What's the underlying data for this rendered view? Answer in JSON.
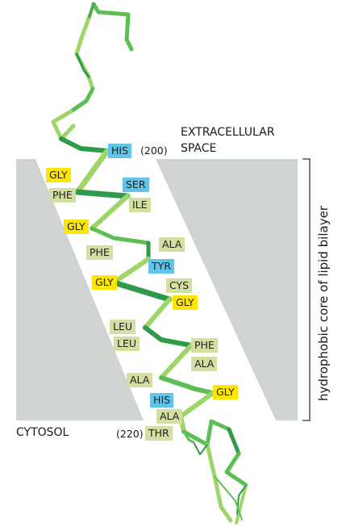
{
  "labels": {
    "extracellular_line1": "EXTRACELLULAR",
    "extracellular_line2": "SPACE",
    "cytosol": "CYTOSOL",
    "core": "hydrophobic core of lipid bilayer",
    "start_number": "(200)",
    "end_number": "(220)"
  },
  "residues": [
    {
      "name": "HIS",
      "kind": "polar"
    },
    {
      "name": "GLY",
      "kind": "glycine"
    },
    {
      "name": "SER",
      "kind": "polar"
    },
    {
      "name": "PHE",
      "kind": "hydrophobic"
    },
    {
      "name": "ILE",
      "kind": "hydrophobic"
    },
    {
      "name": "GLY",
      "kind": "glycine"
    },
    {
      "name": "ALA",
      "kind": "hydrophobic"
    },
    {
      "name": "PHE",
      "kind": "hydrophobic"
    },
    {
      "name": "TYR",
      "kind": "polar"
    },
    {
      "name": "GLY",
      "kind": "glycine"
    },
    {
      "name": "CYS",
      "kind": "hydrophobic"
    },
    {
      "name": "GLY",
      "kind": "glycine"
    },
    {
      "name": "LEU",
      "kind": "hydrophobic"
    },
    {
      "name": "LEU",
      "kind": "hydrophobic"
    },
    {
      "name": "PHE",
      "kind": "hydrophobic"
    },
    {
      "name": "ALA",
      "kind": "hydrophobic"
    },
    {
      "name": "ALA",
      "kind": "hydrophobic"
    },
    {
      "name": "GLY",
      "kind": "glycine"
    },
    {
      "name": "HIS",
      "kind": "polar"
    },
    {
      "name": "ALA",
      "kind": "hydrophobic"
    },
    {
      "name": "THR",
      "kind": "hydrophobic"
    }
  ],
  "colors": {
    "membrane": "#cfd4d0",
    "backbone_dark": "#2e9a4a",
    "backbone_mid": "#5cbf52",
    "backbone_light": "#9fd568",
    "polar": "#62c4e6",
    "glycine": "#ffe600",
    "hydrophobic": "#d3dea3"
  }
}
